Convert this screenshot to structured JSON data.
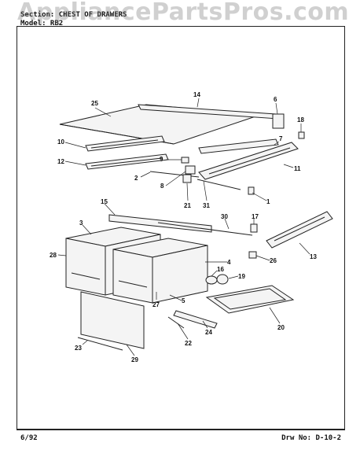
{
  "watermark": "AppliancePartsPros.com",
  "header": {
    "section_label": "Section: CHEST OF DRAWERS",
    "model_label": "Model: RB2"
  },
  "footer": {
    "date": "6/92",
    "drawing_no": "Drw No: D-10-2"
  },
  "callouts": [
    "25",
    "14",
    "6",
    "18",
    "10",
    "12",
    "9",
    "7",
    "2",
    "8",
    "11",
    "21",
    "31",
    "1",
    "15",
    "30",
    "3",
    "17",
    "28",
    "4",
    "26",
    "13",
    "16",
    "19",
    "27",
    "5",
    "20",
    "23",
    "29",
    "22",
    "24"
  ]
}
